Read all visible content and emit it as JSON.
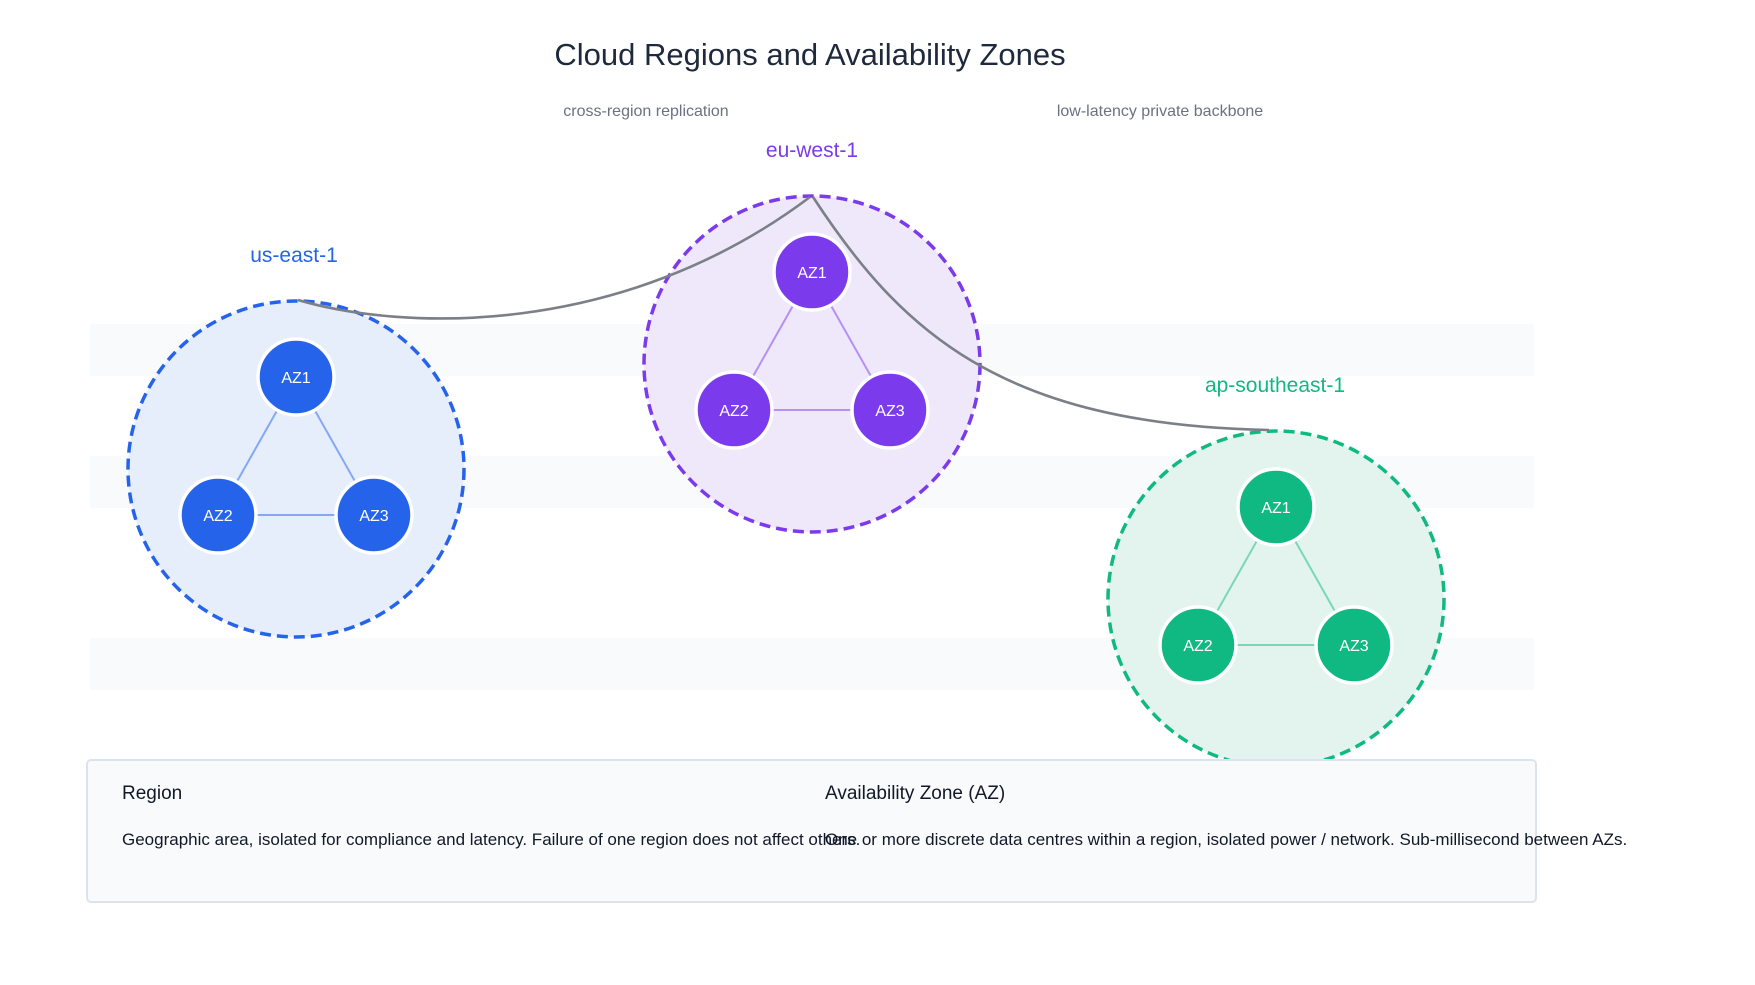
{
  "title": "Cloud Regions and Availability Zones",
  "links": [
    {
      "from": "us-east-1",
      "to": "eu-west-1",
      "label": "cross-region replication"
    },
    {
      "from": "eu-west-1",
      "to": "ap-southeast-1",
      "label": "low-latency private backbone"
    }
  ],
  "regions": [
    {
      "name": "us-east-1",
      "color": "#2563eb",
      "zones": [
        "AZ1",
        "AZ2",
        "AZ3"
      ]
    },
    {
      "name": "eu-west-1",
      "color": "#7c3aed",
      "zones": [
        "AZ1",
        "AZ2",
        "AZ3"
      ]
    },
    {
      "name": "ap-southeast-1",
      "color": "#10b981",
      "zones": [
        "AZ1",
        "AZ2",
        "AZ3"
      ]
    }
  ],
  "legend": {
    "region": {
      "heading": "Region",
      "description": "Geographic area, isolated for compliance and latency. Failure of one region does not affect others."
    },
    "az": {
      "heading": "Availability Zone (AZ)",
      "description": "One or more discrete data centres within a region, isolated power / network. Sub-millisecond between AZs."
    }
  }
}
